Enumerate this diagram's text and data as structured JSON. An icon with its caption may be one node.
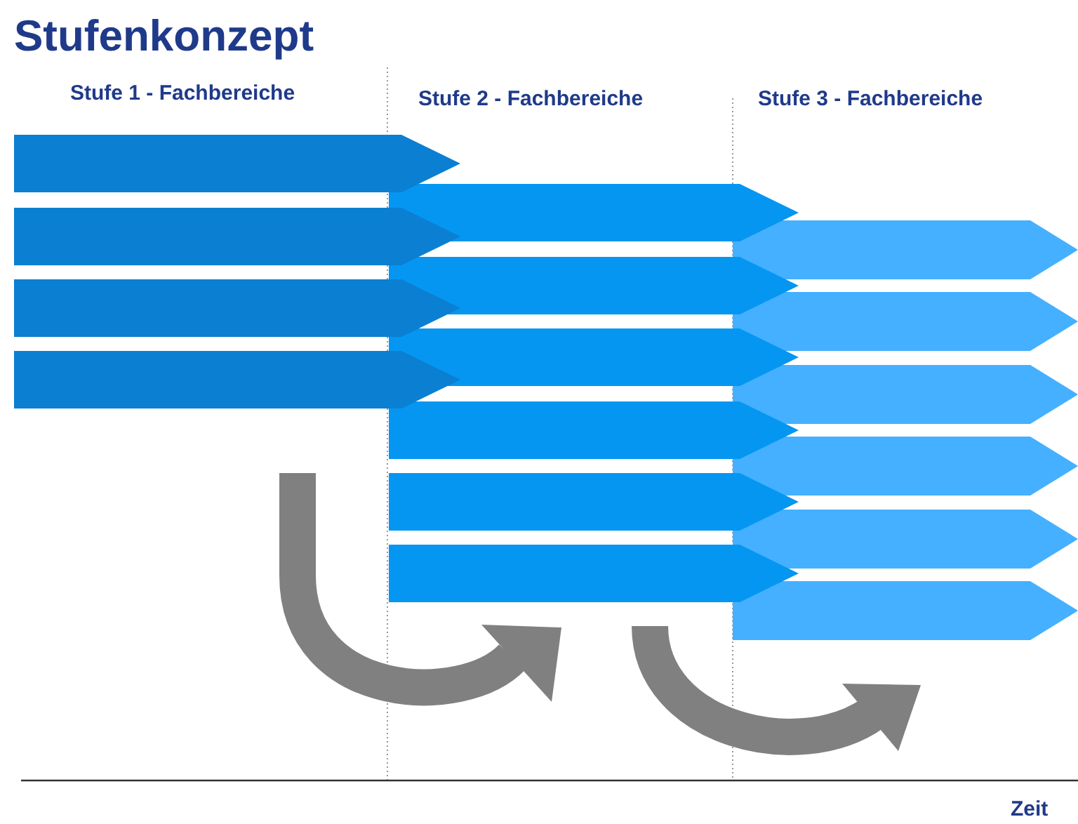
{
  "diagram": {
    "title": "Stufenkonzept",
    "nodes": [
      {
        "text": [],
        "shape": "bar"
      },
      {
        "text": [],
        "shape": "bar"
      },
      {
        "text": [],
        "shape": "bar"
      },
      {
        "text": [],
        "shape": "bar"
      },
      {
        "text": [],
        "shape": "bar"
      },
      {
        "text": [],
        "shape": "bar"
      },
      {
        "text": [],
        "shape": "bar"
      },
      {
        "text": [],
        "shape": "bar"
      },
      {
        "text": [],
        "shape": "bar"
      },
      {
        "text": [],
        "shape": "bar"
      },
      {
        "text": [],
        "shape": "bar"
      },
      {
        "text": [],
        "shape": "bar"
      },
      {
        "text": [],
        "shape": "bar"
      },
      {
        "text": [],
        "shape": "bar"
      },
      {
        "text": [],
        "shape": "bar"
      },
      {
        "text": [],
        "shape": "bar"
      }
    ],
    "labels": [
      "Stufe 1 - Fachbereiche",
      "Stufe 2 - Fachbereiche",
      "Stufe 3 - Fachbereiche",
      "Zeit"
    ]
  }
}
